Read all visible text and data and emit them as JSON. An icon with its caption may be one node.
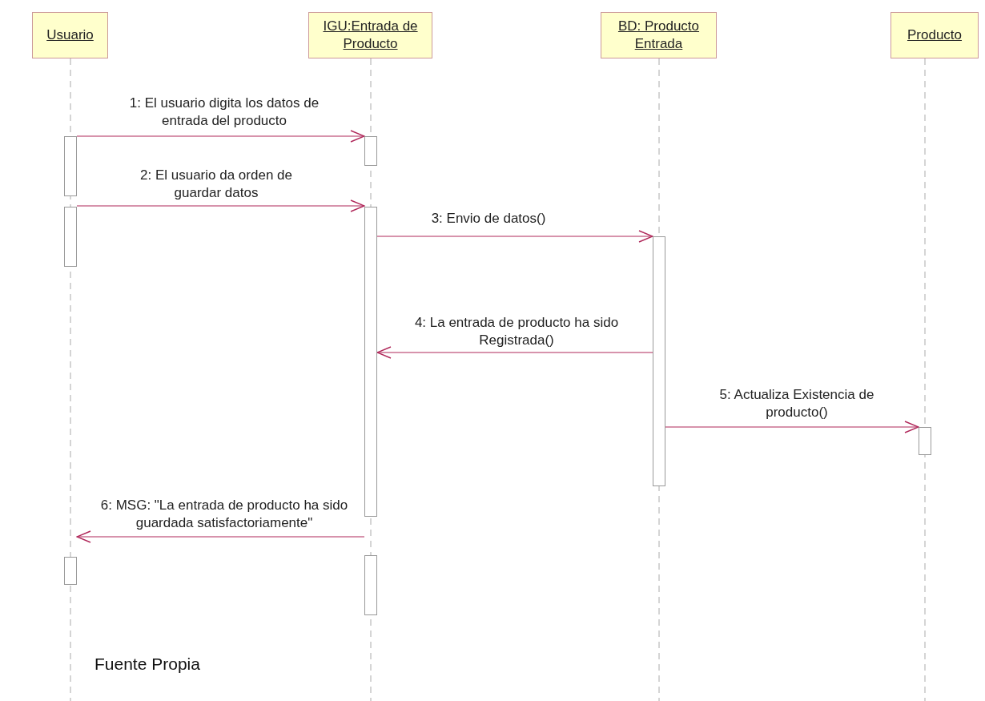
{
  "diagram": {
    "caption": "Fuente Propia",
    "nodes": [
      {
        "text": [
          "Usuario"
        ]
      },
      {
        "text": [
          "IGU:Entrada de Producto"
        ]
      },
      {
        "text": [
          "BD: Producto Entrada"
        ]
      },
      {
        "text": [
          "Producto"
        ]
      },
      {
        "text": [],
        "shape": "bar"
      },
      {
        "text": [],
        "shape": "bar"
      },
      {
        "text": [],
        "shape": "bar"
      },
      {
        "text": [],
        "shape": "bar"
      },
      {
        "text": [],
        "shape": "bar"
      },
      {
        "text": [],
        "shape": "bar"
      },
      {
        "text": [],
        "shape": "bar"
      },
      {
        "text": [],
        "shape": "bar"
      }
    ],
    "edges": [
      {
        "from": 4,
        "to": 5,
        "arrow": "to",
        "label": "1: El usuario digita los datos de entrada del producto"
      },
      {
        "from": 6,
        "to": 7,
        "arrow": "to",
        "label": "2:  El usuario da orden de guardar datos"
      },
      {
        "from": 7,
        "to": 8,
        "arrow": "to",
        "label": "3:  Envio de datos()"
      },
      {
        "from": 8,
        "to": 7,
        "arrow": "to",
        "label": "4: La entrada de producto ha sido Registrada()"
      },
      {
        "from": 8,
        "to": 9,
        "arrow": "to",
        "label": "5: Actualiza Existencia de producto()"
      },
      {
        "from": 10,
        "to": 11,
        "arrow": "to",
        "label": "6: MSG: \"La entrada de producto ha sido guardada satisfactoriamente\""
      }
    ]
  }
}
